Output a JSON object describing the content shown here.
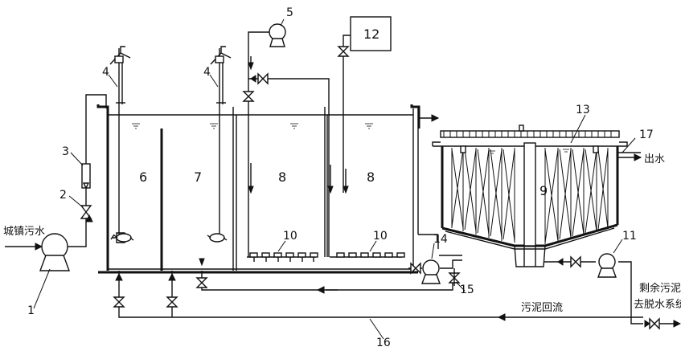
{
  "labels": {
    "n1": "1",
    "n2": "2",
    "n3": "3",
    "n4a": "4",
    "n4b": "4",
    "n5": "5",
    "n6": "6",
    "n7": "7",
    "n8a": "8",
    "n8b": "8",
    "n9": "9",
    "n10a": "10",
    "n10b": "10",
    "n11": "11",
    "n12": "12",
    "n13": "13",
    "n14": "14",
    "n15": "15",
    "n16": "16",
    "n17": "17"
  },
  "text": {
    "inlet": "城镇污水",
    "outlet": "出水",
    "sludge_return": "污泥回流",
    "excess_sludge_line1": "剩余污泥",
    "excess_sludge_line2": "去脱水系统"
  }
}
